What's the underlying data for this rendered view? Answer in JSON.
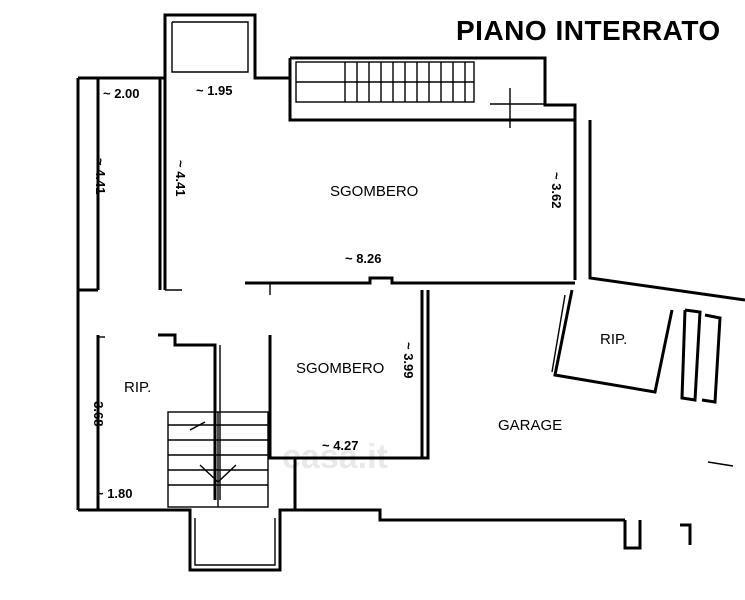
{
  "title": "PIANO INTERRATO",
  "rooms": {
    "sgombero_top": "SGOMBERO",
    "sgombero_mid": "SGOMBERO",
    "rip_left": "RIP.",
    "rip_right": "RIP.",
    "garage": "GARAGE"
  },
  "dimensions": {
    "d_2_00": "~ 2.00",
    "d_1_95": "~ 1.95",
    "d_4_41_a": "~ 4.41",
    "d_4_41_b": "~ 4.41",
    "d_3_62": "~ 3.62",
    "d_8_26": "~ 8.26",
    "d_3_99": "~ 3.99",
    "d_3_68": "~ 3.68",
    "d_4_27": "~ 4.27",
    "d_1_80": "~ 1.80"
  },
  "watermark": "casa.it"
}
